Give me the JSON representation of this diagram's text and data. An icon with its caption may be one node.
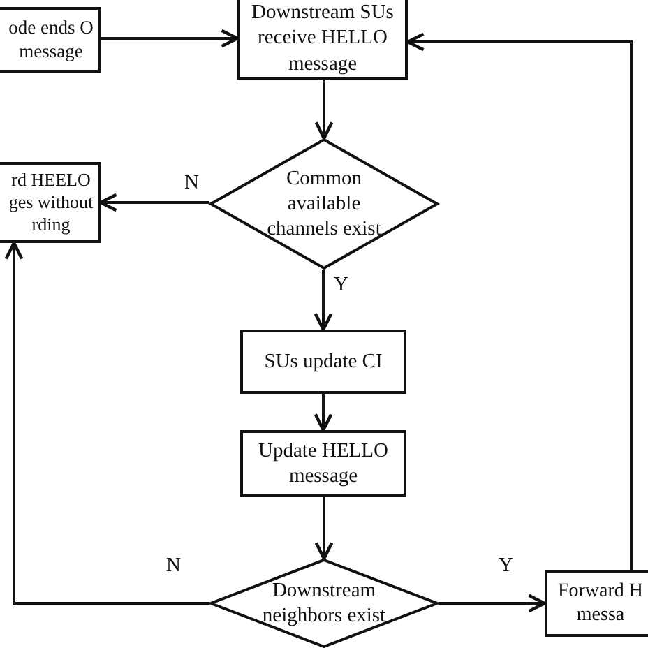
{
  "diagram": {
    "nodes": [
      {
        "text": [
          "ode ends O message"
        ]
      },
      {
        "text": [
          "Downstream SUs receive HELLO message"
        ]
      },
      {
        "text": [
          "Common available channels exist"
        ]
      },
      {
        "text": [
          "rd HEELO ges without rding"
        ]
      },
      {
        "text": [
          "SUs update CI"
        ]
      },
      {
        "text": [
          "Update HELLO message"
        ]
      },
      {
        "text": [
          "Downstream neighbors exist"
        ]
      },
      {
        "text": [
          "Forward H messa"
        ]
      }
    ],
    "edges": [
      {
        "from": 0,
        "to": 1,
        "arrow": "to"
      },
      {
        "from": 1,
        "to": 2,
        "arrow": "to"
      },
      {
        "from": 2,
        "to": 3,
        "arrow": "to",
        "label": "N"
      },
      {
        "from": 2,
        "to": 4,
        "arrow": "to",
        "label": "Y"
      },
      {
        "from": 4,
        "to": 5,
        "arrow": "to"
      },
      {
        "from": 5,
        "to": 6,
        "arrow": "to"
      },
      {
        "from": 6,
        "to": 3,
        "arrow": "to",
        "label": "N"
      },
      {
        "from": 6,
        "to": 7,
        "arrow": "to",
        "label": "Y"
      },
      {
        "from": 7,
        "to": 1,
        "arrow": "to"
      }
    ]
  }
}
